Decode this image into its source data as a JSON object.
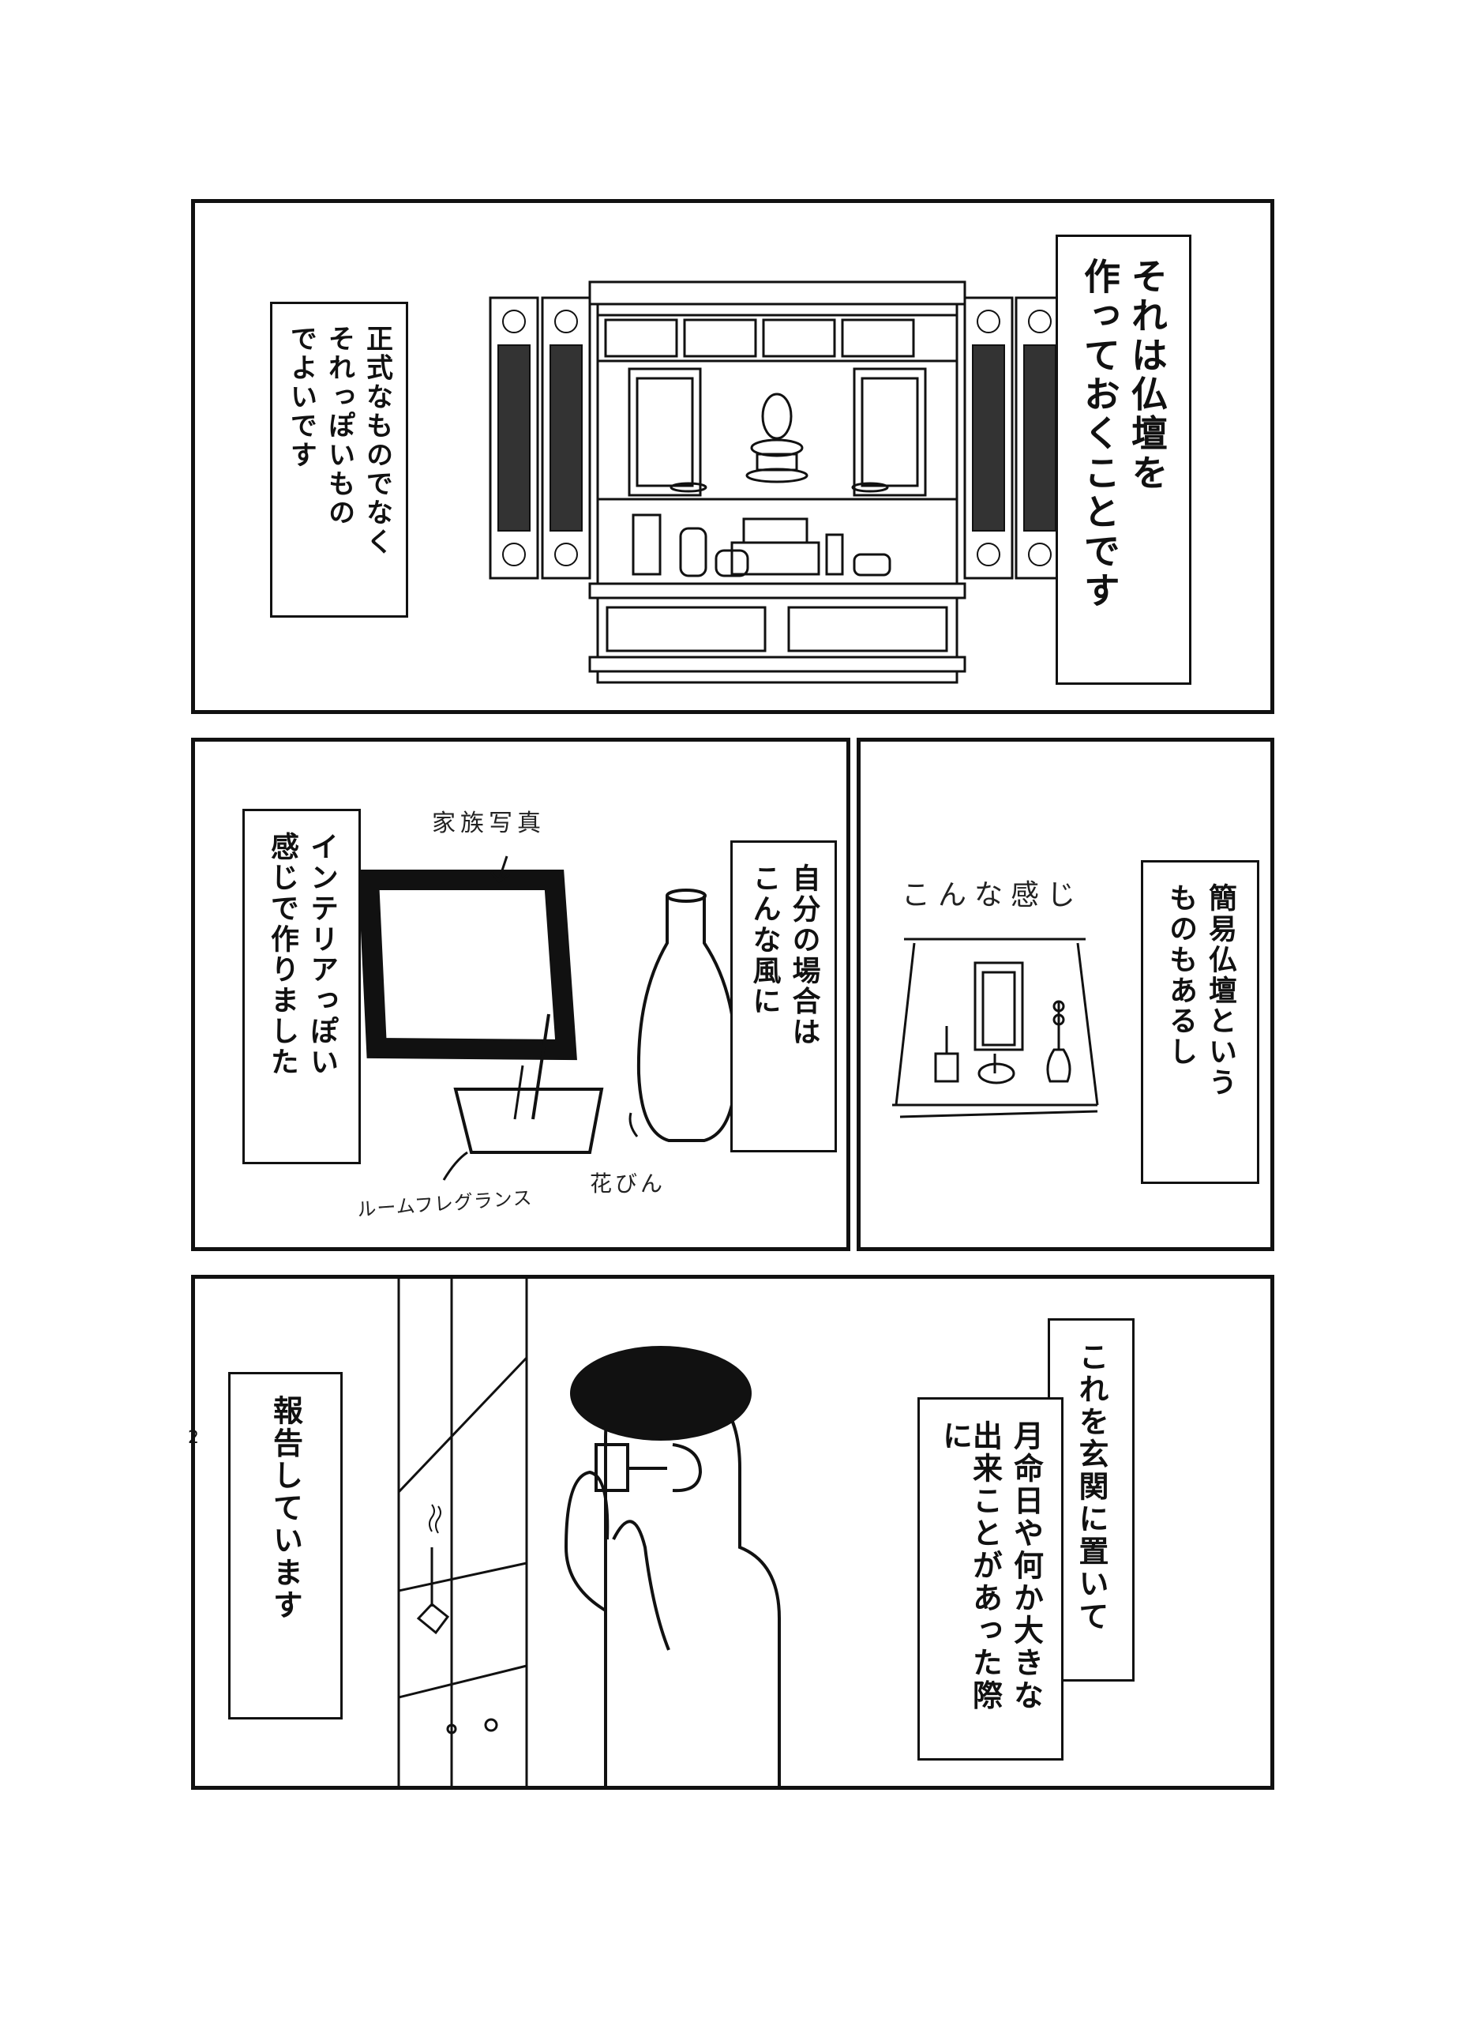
{
  "panels": {
    "p1": {
      "caption_main": [
        "それは仏壇を",
        "作っておくことです"
      ],
      "caption_sub": [
        "正式なものでなく",
        "それっぽいもの",
        "でよいです"
      ]
    },
    "p2": {
      "caption_left": [
        "インテリアっぽい",
        "感じで作りました"
      ],
      "caption_right": [
        "自分の場合は",
        "こんな風に"
      ],
      "label_photo": "家族写真",
      "label_fragrance": "ルームフレグランス",
      "label_vase": "花びん"
    },
    "p3": {
      "label_sketch": "こんな感じ",
      "caption": [
        "簡易仏壇という",
        "ものもあるし"
      ]
    },
    "p4": {
      "caption_top": "これを玄関に置いて",
      "caption_mid": [
        "月命日や何か大きな",
        "出来ことがあった際に"
      ],
      "caption_left": "報告しています"
    }
  },
  "page_number": "2"
}
